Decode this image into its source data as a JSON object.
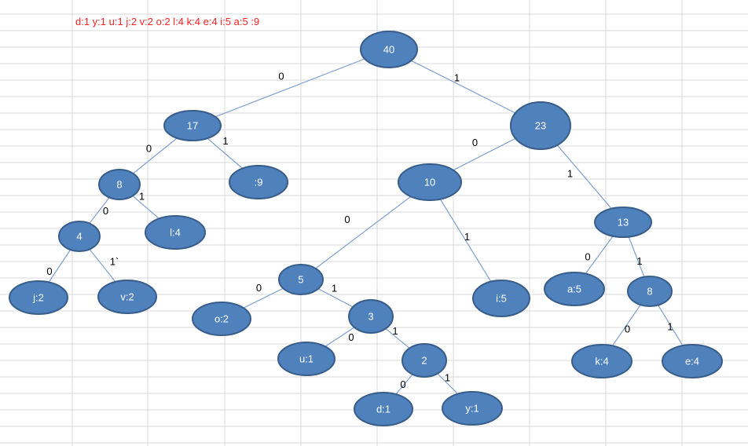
{
  "frequency_header": "d:1 y:1 u:1 j:2  v:2  o:2  l:4  k:4  e:4 i:5  a:5   :9",
  "colors": {
    "node_fill": "#4f81bd",
    "node_stroke": "#385d8a",
    "edge": "#7f9fcf",
    "grid": "#d9d9d9",
    "header_text": "#ff2020"
  },
  "nodes": [
    {
      "id": "n40",
      "label": "40"
    },
    {
      "id": "n17",
      "label": "17"
    },
    {
      "id": "n23",
      "label": "23"
    },
    {
      "id": "n8a",
      "label": "8"
    },
    {
      "id": "nsp",
      "label": ":9"
    },
    {
      "id": "n10",
      "label": "10"
    },
    {
      "id": "n13",
      "label": "13"
    },
    {
      "id": "n4",
      "label": "4"
    },
    {
      "id": "nl",
      "label": "l:4"
    },
    {
      "id": "n5",
      "label": "5"
    },
    {
      "id": "ni",
      "label": "i:5"
    },
    {
      "id": "na",
      "label": "a:5"
    },
    {
      "id": "n8b",
      "label": "8"
    },
    {
      "id": "nj",
      "label": "j:2"
    },
    {
      "id": "nv",
      "label": "v:2"
    },
    {
      "id": "no",
      "label": "o:2"
    },
    {
      "id": "n3",
      "label": "3"
    },
    {
      "id": "nk",
      "label": "k:4"
    },
    {
      "id": "ne",
      "label": "e:4"
    },
    {
      "id": "nu",
      "label": "u:1"
    },
    {
      "id": "n2",
      "label": "2"
    },
    {
      "id": "nd",
      "label": "d:1"
    },
    {
      "id": "ny",
      "label": "y:1"
    }
  ],
  "edges": [
    {
      "from": "n40",
      "to": "n17",
      "label": "0"
    },
    {
      "from": "n40",
      "to": "n23",
      "label": "1"
    },
    {
      "from": "n17",
      "to": "n8a",
      "label": "0"
    },
    {
      "from": "n17",
      "to": "nsp",
      "label": "1"
    },
    {
      "from": "n23",
      "to": "n10",
      "label": "0"
    },
    {
      "from": "n23",
      "to": "n13",
      "label": "1"
    },
    {
      "from": "n8a",
      "to": "n4",
      "label": "0"
    },
    {
      "from": "n8a",
      "to": "nl",
      "label": "1"
    },
    {
      "from": "n10",
      "to": "n5",
      "label": "0"
    },
    {
      "from": "n10",
      "to": "ni",
      "label": "1"
    },
    {
      "from": "n13",
      "to": "na",
      "label": "0"
    },
    {
      "from": "n13",
      "to": "n8b",
      "label": "1"
    },
    {
      "from": "n4",
      "to": "nj",
      "label": "0"
    },
    {
      "from": "n4",
      "to": "nv",
      "label": "1`"
    },
    {
      "from": "n5",
      "to": "no",
      "label": "0"
    },
    {
      "from": "n5",
      "to": "n3",
      "label": "1"
    },
    {
      "from": "n8b",
      "to": "nk",
      "label": "0"
    },
    {
      "from": "n8b",
      "to": "ne",
      "label": "1"
    },
    {
      "from": "n3",
      "to": "nu",
      "label": "0"
    },
    {
      "from": "n3",
      "to": "n2",
      "label": "1"
    },
    {
      "from": "n2",
      "to": "nd",
      "label": "0"
    },
    {
      "from": "n2",
      "to": "ny",
      "label": "1"
    }
  ]
}
